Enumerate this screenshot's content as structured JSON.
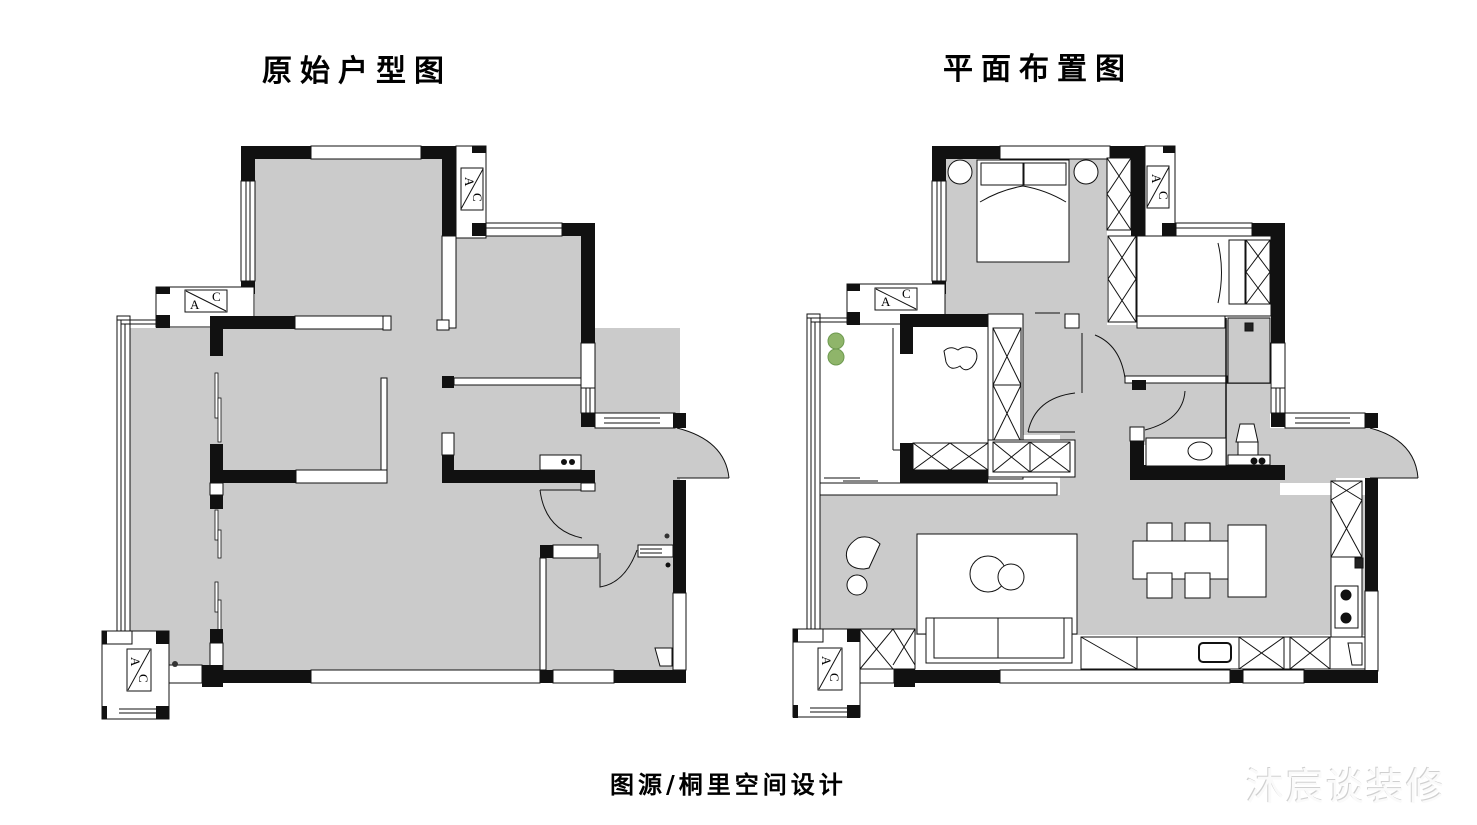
{
  "plans": {
    "original": {
      "title": "原始户型图",
      "ac_units": [
        {
          "label_a": "A",
          "label_c": "C"
        },
        {
          "label_a": "A",
          "label_c": "C"
        },
        {
          "label_a": "A",
          "label_c": "C"
        }
      ]
    },
    "layout": {
      "title": "平面布置图",
      "ac_units": [
        {
          "label_a": "A",
          "label_c": "C"
        },
        {
          "label_a": "A",
          "label_c": "C"
        },
        {
          "label_a": "A",
          "label_c": "C"
        }
      ],
      "furniture": [
        "double-bed",
        "nightstands",
        "wardrobes",
        "single-bed",
        "study-desk",
        "plants",
        "sofa",
        "coffee-tables",
        "armchair",
        "side-table",
        "dining-table",
        "dining-chairs",
        "island",
        "kitchen-counter",
        "sink",
        "stove",
        "washbasin",
        "toilet",
        "shower"
      ]
    }
  },
  "caption": "图源/桐里空间设计",
  "watermark": "沐宸谈装修",
  "colors": {
    "floor": "#cbcbcb",
    "wall": "#111111",
    "background": "#ffffff",
    "plant": "#8fb56a"
  }
}
